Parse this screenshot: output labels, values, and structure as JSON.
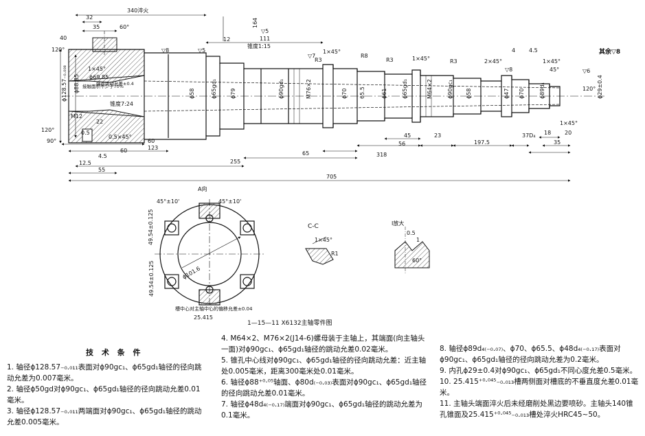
{
  "caption": "1—15—11  X6132主轴零件图",
  "labels": {
    "remaining_finish": "其余▽8",
    "view_a": "A向",
    "section_cc": "C-C",
    "enlarged": "I放大",
    "taper": "锥度7:24",
    "taper_small": "锥度1:15",
    "face_spec": "接触面积不少于70%",
    "slot_note": "槽中心对主轴中心的偏移允差±0.04",
    "bore_note": "端面跳动允差±0.4"
  },
  "dims": {
    "d1": "340淬火",
    "d2": "32",
    "d3": "35",
    "d4": "40",
    "d5": "120°",
    "d6": "60°",
    "d7": "1×45°",
    "d8": "ϕ69.85",
    "d9": "ϕ128.57₋₀.₀₀₈",
    "d10": "ϕ88.85",
    "d11": "M12",
    "d12": "22",
    "d13": "120°",
    "d14": "90°",
    "d15": "0.5",
    "d16": "0.5×45°",
    "d17": "60",
    "d18": "123",
    "d19": "12.5",
    "d20": "4.5",
    "d21": "55",
    "d22": "255",
    "d23": "705",
    "d24": "164",
    "d25": "111",
    "d26": "12",
    "d27": "ϕ79",
    "d28": "ϕ58",
    "d29": "ϕ65gd₁",
    "d30": "ϕ90gd₁",
    "d31": "M76×2",
    "d32": "ϕ70",
    "d33": "65.5",
    "d34": "ϕ61",
    "d35": "ϕ65gd₁",
    "d36": "M64×2",
    "d37": "ϕ90gc₁",
    "d38": "ϕ58",
    "d39": "ϕ47",
    "d40": "ϕ70",
    "d41": "ϕ89d₄",
    "d42": "1×45°",
    "d43": "R3",
    "d44": "R8",
    "d45": "R3",
    "d46": "1×45°",
    "d47": "R3",
    "d48": "2×45°",
    "d49": "4",
    "d50": "4.5",
    "d51": "1×45°",
    "d52": "45°",
    "d53": "120°",
    "d54": "ϕ29±0.4",
    "d55": "65",
    "d56": "318",
    "d57": "56",
    "d58": "45",
    "d59": "23",
    "d60": "197.5",
    "d61": "37D₄",
    "d62": "18",
    "d63": "35",
    "d64": "20",
    "d65": "1×45°",
    "d66": "ϕ101.6",
    "d67": "45°±10'",
    "d68": "45°±10'",
    "d69": "49.54±0.125",
    "d70": "49.54±0.125",
    "d71": "25.415",
    "d72": "1×45°",
    "d73": "R1",
    "d74": "0.5",
    "d75": "1",
    "d76": "60",
    "d77": "60°"
  },
  "surface": {
    "s1": "▽5",
    "s2": "▽8",
    "s3": "▽7",
    "s4": "▽8",
    "s5": "▽5",
    "s6": "▽6"
  },
  "tech_title": "技 术 条 件",
  "tech_items": [
    "1. 轴径ϕ128.57₋₀.₀₁₁表面对ϕ90gc₁、ϕ65gd₁轴径的径向跳动允差为0.007毫米。",
    "2. 轴径ϕ50gd对ϕ90gc₁、ϕ65gd₁轴径的径向跳动允差0.01毫米。",
    "3. 轴径ϕ128.57₋₀.₀₁₁两端面对ϕ90gc₁、ϕ65gd₁轴径的跳动允差0.005毫米。",
    "4. M64×2、M76×2(J14-6)螺母装于主轴上，其端面(向主轴头一面)对ϕ90gc₁、ϕ65gd₁轴径的跳动允差0.02毫米。",
    "5. 锥孔中心线对ϕ90gc₁、ϕ65gd₁轴径的径向跳动允差：近主轴处0.005毫米，距离300毫米处0.01毫米。",
    "6. 轴径ϕ88⁺⁰·⁰⁵轴面、ϕ80d₍₋₀.₀₃₎表面对ϕ90gc₁、ϕ65gd₁轴径的径向跳动允差0.01毫米。",
    "7. 轴径ϕ48d₄₍₋₀.₁₇₎端面对ϕ90gc₁、ϕ65gd₁轴径的跳动允差为0.1毫米。",
    "8. 轴径ϕ89d₄₍₋₀.₀₇₎、ϕ70、ϕ65.5、ϕ48d₄₍₋₀.₁₇₎表面对ϕ90gc₁、ϕ65gd₁轴径的径向跳动允差为0.2毫米。",
    "9. 内孔ϕ29±0.4对ϕ90gc₁、ϕ65gd₁不同心度允差0.5毫米。",
    "10. 25.415⁺⁰·⁰⁴⁵₋₀.₀₁₃槽两侧面对槽底的不垂直度允差0.01毫米。",
    "11. 主轴头端面淬火后未经磨削处黑边要喷砂。主轴头140锥孔锥面及25.415⁺⁰·⁰⁴⁵₋₀.₀₁₃槽处淬火HRC45~50。"
  ],
  "colors": {
    "ink": "#111111",
    "hatch": "#333333",
    "paper": "#ffffff"
  }
}
